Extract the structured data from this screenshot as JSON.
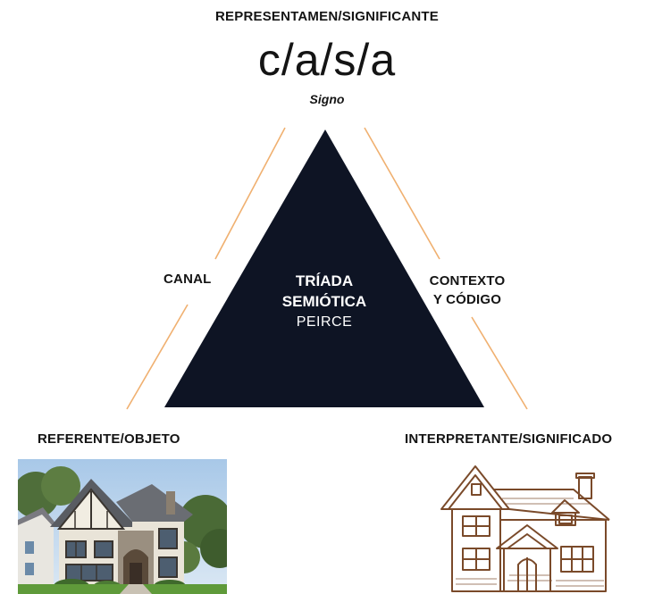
{
  "representamen": {
    "label": "REPRESENTAMEN/SIGNIFICANTE",
    "word": "c/a/s/a",
    "caption": "Signo"
  },
  "center": {
    "title_line1": "TRÍADA",
    "title_line2": "SEMIÓTICA",
    "subtitle": "PEIRCE"
  },
  "left_edge": {
    "label": "CANAL"
  },
  "right_edge": {
    "line1": "CONTEXTO",
    "line2": "Y CÓDIGO"
  },
  "referent": {
    "label": "REFERENTE/OBJETO",
    "image": "house-photo"
  },
  "interpretant": {
    "label": "INTERPRETANTE/SIGNIFICADO",
    "image": "house-sketch"
  },
  "colors": {
    "triangle": "#0e1424",
    "edge_lines": "#f0b070",
    "sketch_ink": "#7a4a2a"
  }
}
